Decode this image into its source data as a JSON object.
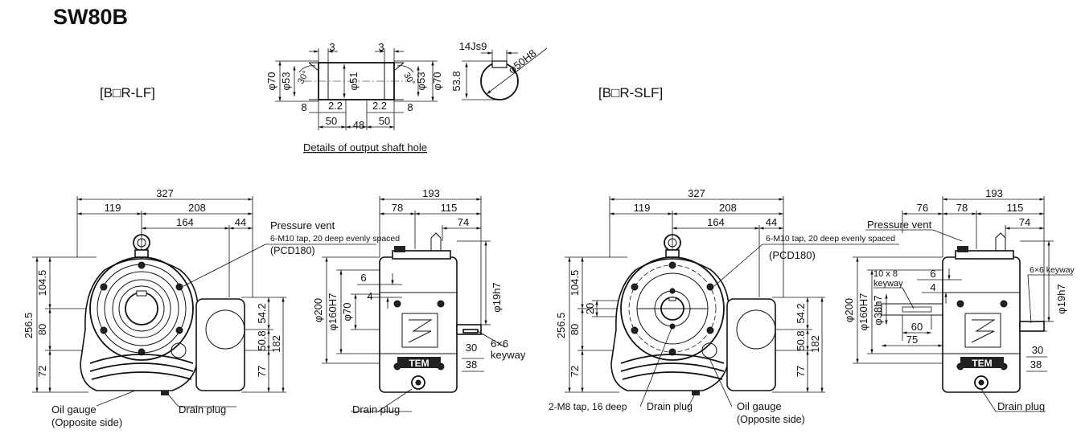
{
  "title": "SW80B",
  "variants": {
    "left": "[B□R-LF]",
    "right": "[B□R-SLF]"
  },
  "shaft_detail": {
    "caption": "Details of output shaft hole",
    "dims": {
      "t3a": "3",
      "t3b": "3",
      "d70l": "φ70",
      "d53l": "φ53",
      "a30l": "30°",
      "d51": "φ51",
      "a30r": "30°",
      "d53r": "φ53",
      "d70r": "φ70",
      "e8l": "8",
      "e22l": "2.2",
      "e22r": "2.2",
      "e8r": "8",
      "b50l": "50",
      "b48": "48",
      "b50r": "50",
      "key": "14Js9",
      "bore": "φ50H8",
      "h538": "53.8"
    }
  },
  "left_front": {
    "dims": {
      "w327": "327",
      "w119": "119",
      "w208": "208",
      "w164": "164",
      "w44": "44",
      "h2565": "256.5",
      "h1045": "104.5",
      "h80": "80",
      "h72": "72",
      "h542": "54.2",
      "h508": "50.8",
      "h182": "182",
      "h77": "77"
    },
    "labels": {
      "vent": "Pressure vent",
      "tap": "6-M10 tap, 20 deep evenly spaced",
      "pcd": "(PCD180)",
      "oil1": "Oil gauge",
      "oil2": "(Opposite side)",
      "drain": "Drain plug"
    }
  },
  "left_side": {
    "dims": {
      "w193": "193",
      "w78": "78",
      "w115": "115",
      "w74": "74",
      "h6": "6",
      "h4": "4",
      "d200": "φ200",
      "d160": "φ160H7",
      "d70": "φ70",
      "d19": "φ19h7",
      "k1": "6×6",
      "k2": "keyway",
      "h30": "30",
      "h38": "38"
    },
    "labels": {
      "drain": "Drain plug",
      "logo": "TEM"
    }
  },
  "right_front": {
    "dims": {
      "w327": "327",
      "w119": "119",
      "w208": "208",
      "w164": "164",
      "w44": "44",
      "h2565": "256.5",
      "h1045": "104.5",
      "h80": "80",
      "h72": "72",
      "h20": "20",
      "h542": "54.2",
      "h508": "50.8",
      "h182": "182",
      "h77": "77"
    },
    "labels": {
      "tap": "6-M10 tap, 20 deep evenly spaced",
      "pcd": "(PCD180)",
      "m8": "2-M8 tap, 16 deep",
      "drain": "Drain plug",
      "oil1": "Oil gauge",
      "oil2": "(Opposite side)"
    }
  },
  "right_side": {
    "dims": {
      "w193": "193",
      "w76": "76",
      "w78": "78",
      "w115": "115",
      "w74": "74",
      "h6": "6",
      "h4": "4",
      "d200": "φ200",
      "d160": "φ160H7",
      "d38": "φ38h7",
      "d19": "φ19h7",
      "k10a": "10 x 8",
      "k10b": "keyway",
      "w60": "60",
      "w75": "75",
      "k6": "6×6 keyway",
      "h30": "30",
      "h38": "38"
    },
    "labels": {
      "vent": "Pressure vent",
      "drain": "Drain plug",
      "logo": "TEM"
    }
  }
}
